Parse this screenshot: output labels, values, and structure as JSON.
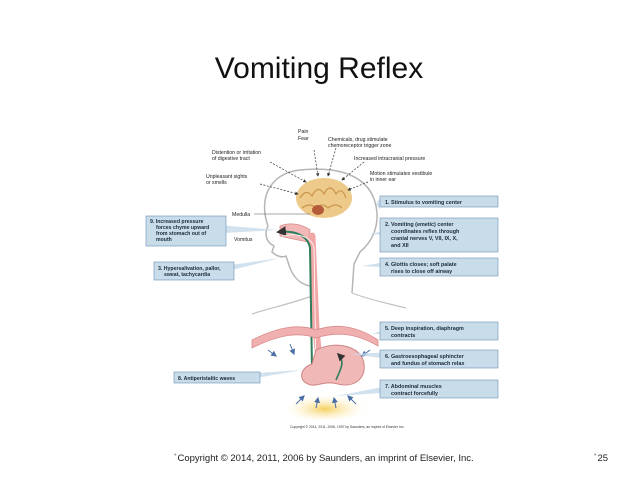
{
  "slide": {
    "title": "Vomiting Reflex",
    "footer": "Copyright © 2014, 2011, 2006 by Saunders, an imprint of Elsevier, Inc.",
    "page_number": "25"
  },
  "diagram": {
    "stimuli": {
      "pain": "Pain",
      "fear": "Fear",
      "chemicals_1": "Chemicals, drug stimulate",
      "chemicals_2": "chemoreceptor trigger zone",
      "distention_1": "Distention or irritation",
      "distention_2": "of digestive tract",
      "intracranial": "Increased intracranial pressure",
      "unpleasant_1": "Unpleasant sights",
      "unpleasant_2": "or smells",
      "motion_1": "Motion stimulates vestibule",
      "motion_2": "in inner ear"
    },
    "anatomy": {
      "medulla": "Medulla",
      "vomitus": "Vomitus"
    },
    "steps": [
      {
        "lines": [
          "1. Stimulus to vomiting center"
        ]
      },
      {
        "lines": [
          "2. Vomiting (emetic) center",
          "coordinates reflex through",
          "cranial nerves V, VII, IX, X,",
          "and XII"
        ]
      },
      {
        "lines": [
          "4. Glottis closes; soft palate",
          "rises to close off airway"
        ]
      },
      {
        "lines": [
          "5. Deep inspiration, diaphragm",
          "contracts"
        ]
      },
      {
        "lines": [
          "6. Gastroesophageal sphincter",
          "and fundus of stomach relax"
        ]
      },
      {
        "lines": [
          "7. Abdominal muscles",
          "contract forcefully"
        ]
      },
      {
        "lines": [
          "9. Increased pressure",
          "forces chyme upward",
          "from stomach out of",
          "mouth"
        ]
      },
      {
        "lines": [
          "3. Hypersalivation, pallor,",
          "sweat, tachycardia"
        ]
      },
      {
        "lines": [
          "8. Antiperistaltic waves"
        ]
      }
    ],
    "credit": "Copyright © 2014, 2011, 2006, 1997 by Saunders, an imprint of Elsevier Inc.",
    "colors": {
      "callout_fill": "#c9dcea",
      "callout_border": "#6b8fb3",
      "brain": "#e8c27a",
      "head_outline": "#aaaaaa",
      "esophagus": "#f2a7a7",
      "stomach": "#f0b6b6",
      "green_path": "#2e7d5b",
      "abdomen_glow": "#f7d46b",
      "arrow_blue": "#4a6fa5"
    }
  }
}
